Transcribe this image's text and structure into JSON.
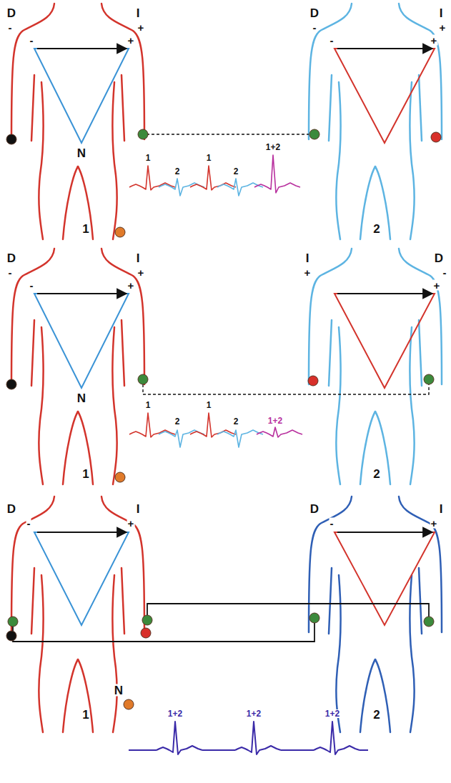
{
  "diagram": {
    "labels": [
      "D",
      "-",
      "-",
      "I",
      "+",
      "+",
      "N",
      "1",
      "1",
      "2",
      "1",
      "2",
      "1+2",
      "D",
      "-",
      "-",
      "I",
      "+",
      "+",
      "2",
      "D",
      "-",
      "-",
      "I",
      "+",
      "+",
      "N",
      "1",
      "1",
      "2",
      "1",
      "2",
      "1+2",
      "I",
      "+",
      "+",
      "D",
      "-",
      "2",
      "D",
      "-",
      "I",
      "+",
      "N",
      "1",
      "D",
      "-",
      "I",
      "+",
      "2",
      "1+2",
      "1+2",
      "1+2"
    ]
  }
}
